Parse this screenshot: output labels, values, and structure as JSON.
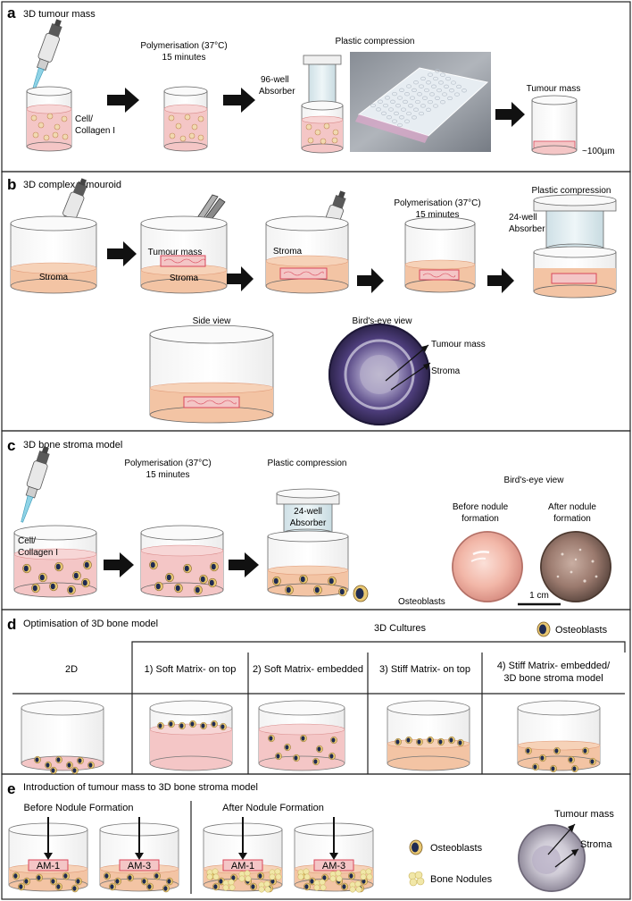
{
  "panels": {
    "a": {
      "letter": "a",
      "title": "3D tumour mass",
      "polymerisation_1": "Polymerisation (37°C)",
      "polymerisation_2": "15 minutes",
      "plastic_compression": "Plastic compression",
      "absorber_1": "96-well",
      "absorber_2": "Absorber",
      "cell_1": "Cell/",
      "cell_2": "Collagen I",
      "tumour_mass": "Tumour mass",
      "thickness": "~100µm"
    },
    "b": {
      "letter": "b",
      "title": "3D complex tumouroid",
      "stroma": "Stroma",
      "tumour_mass": "Tumour mass",
      "polymerisation_1": "Polymerisation (37°C)",
      "polymerisation_2": "15 minutes",
      "plastic_compression": "Plastic compression",
      "absorber_1": "24-well",
      "absorber_2": "Absorber",
      "side_view": "Side view",
      "birds_eye_view": "Bird's-eye view"
    },
    "c": {
      "letter": "c",
      "title": "3D bone stroma model",
      "polymerisation_1": "Polymerisation (37°C)",
      "polymerisation_2": "15 minutes",
      "plastic_compression": "Plastic compression",
      "absorber_1": "24-well",
      "absorber_2": "Absorber",
      "cell_1": "Cell/",
      "cell_2": "Collagen I",
      "osteoblasts": "Osteoblasts",
      "birds_eye_view": "Bird's-eye view",
      "before_1": "Before nodule",
      "before_2": "formation",
      "after_1": "After nodule",
      "after_2": "formation",
      "scale": "1 cm"
    },
    "d": {
      "letter": "d",
      "title": "Optimisation of 3D bone model",
      "cultures": "3D Cultures",
      "osteoblasts": "Osteoblasts",
      "col_2d": "2D",
      "col_1": "1) Soft Matrix- on top",
      "col_2": "2) Soft Matrix- embedded",
      "col_3": "3) Stiff Matrix- on top",
      "col_4a": "4) Stiff Matrix- embedded/",
      "col_4b": "3D bone stroma model"
    },
    "e": {
      "letter": "e",
      "title": "Introduction of tumour mass to 3D bone stroma model",
      "before": "Before Nodule Formation",
      "after": "After Nodule Formation",
      "am1": "AM-1",
      "am3": "AM-3",
      "osteoblasts": "Osteoblasts",
      "bone_nodules": "Bone Nodules",
      "tumour_mass": "Tumour mass",
      "stroma": "Stroma"
    }
  },
  "colors": {
    "pink_fill": "#f4c6c6",
    "salmon_fill": "#f3c4a4",
    "tissue_red": "#d9475a",
    "nodule": "#f1e7a8",
    "osteoblast": "#e9c872",
    "osteoblast_core": "#1f2b52",
    "purple_dish": "#5a4a86"
  },
  "icons": [
    "pipette-icon",
    "forceps-icon",
    "absorber-icon",
    "arrow-icon",
    "osteoblast-icon"
  ]
}
